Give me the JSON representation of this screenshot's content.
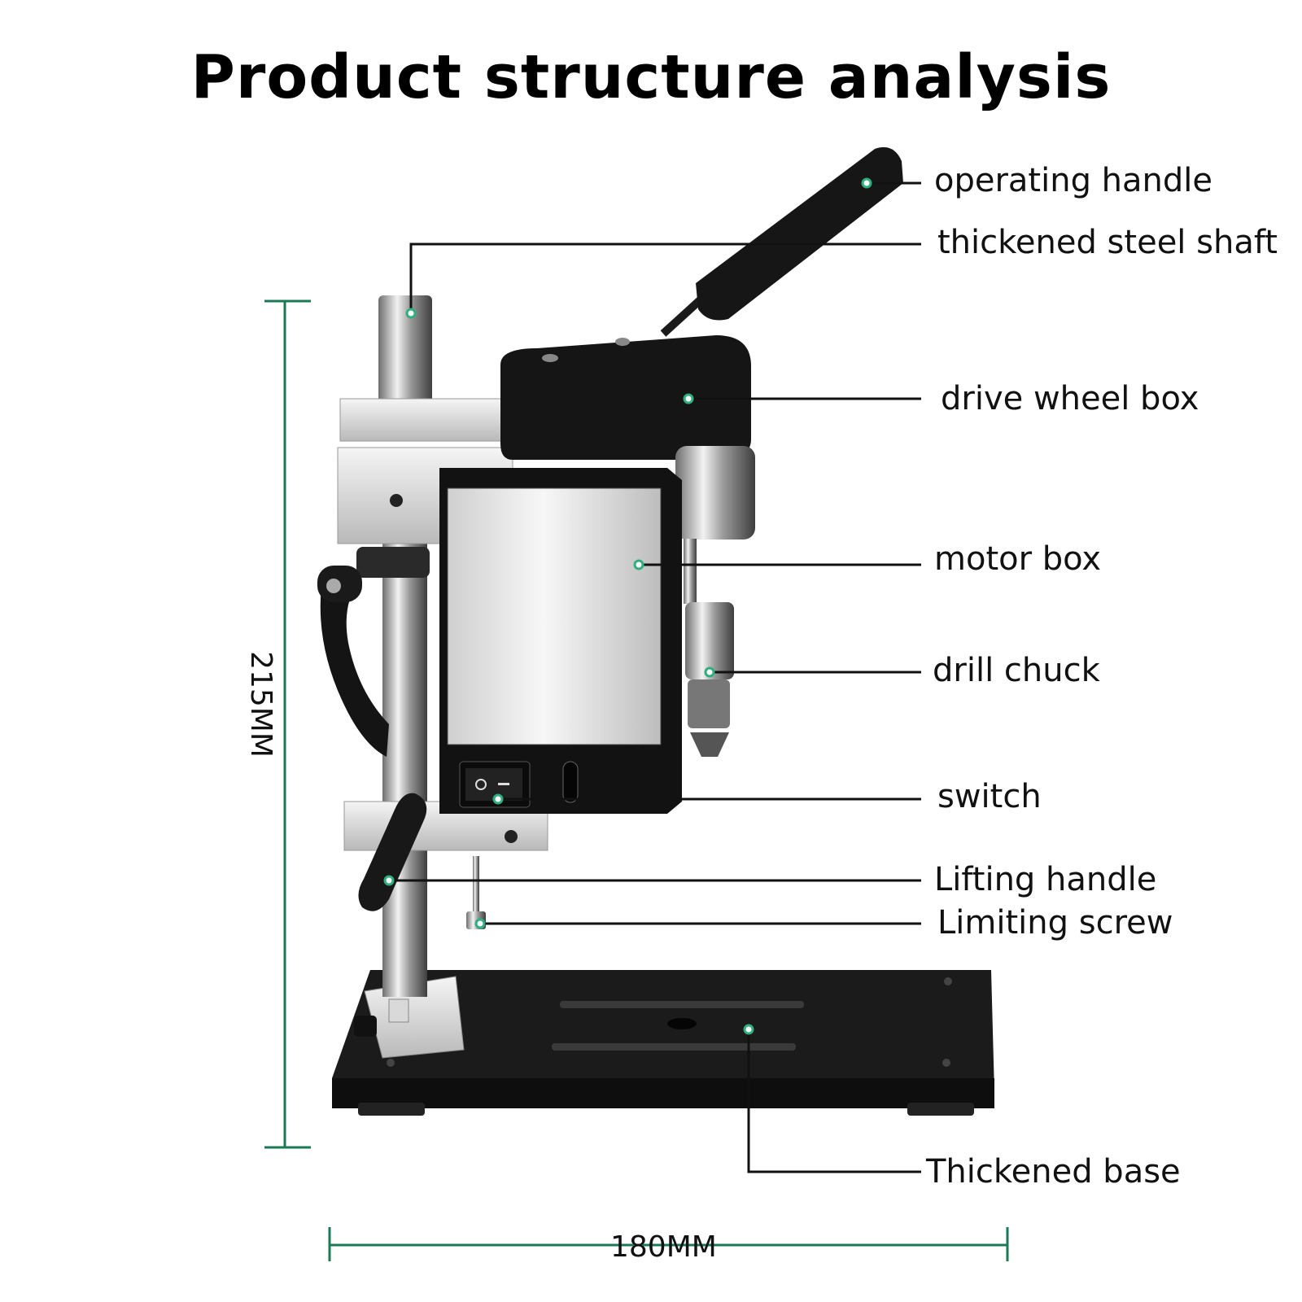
{
  "title": "Product structure analysis",
  "labels": {
    "operating_handle": "operating handle",
    "steel_shaft": "thickened steel shaft",
    "drive_wheel_box": "drive wheel box",
    "motor_box": "motor box",
    "drill_chuck": "drill chuck",
    "switch": "switch",
    "lifting_handle": "Lifting handle",
    "limiting_screw": "Limiting screw",
    "base": "Thickened base"
  },
  "dimensions": {
    "height": "215MM",
    "width": "180MM"
  },
  "colors": {
    "dimension_line": "#1b7a55",
    "leader_line": "#111111",
    "dot": "#2fae7e"
  }
}
